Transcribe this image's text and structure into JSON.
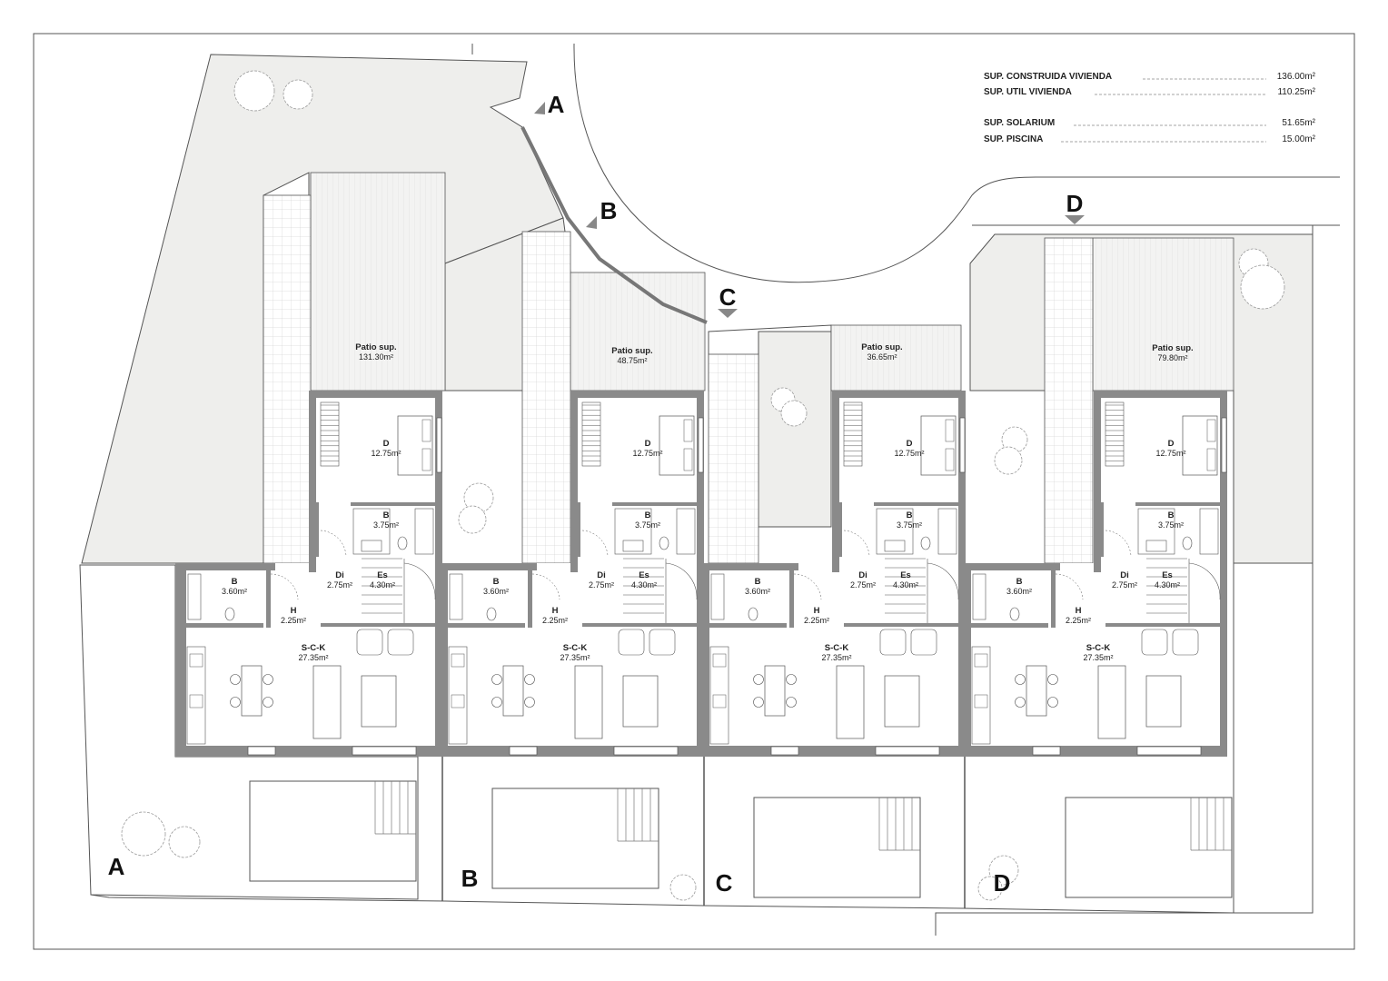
{
  "summary": [
    {
      "label": "SUP. CONSTRUIDA VIVIENDA",
      "value": "136.00m²"
    },
    {
      "label": "SUP. UTIL VIVIENDA",
      "value": "110.25m²"
    },
    {
      "label": "SUP. SOLARIUM",
      "value": "51.65m²"
    },
    {
      "label": "SUP. PISCINA",
      "value": "15.00m²"
    }
  ],
  "section_marks": [
    "A",
    "B",
    "C",
    "D"
  ],
  "units": [
    {
      "patio_label": "Patio sup.",
      "patio_area": "131.30m²",
      "letter": "A"
    },
    {
      "patio_label": "Patio sup.",
      "patio_area": "48.75m²",
      "letter": "B"
    },
    {
      "patio_label": "Patio sup.",
      "patio_area": "36.65m²",
      "letter": "C"
    },
    {
      "patio_label": "Patio sup.",
      "patio_area": "79.80m²",
      "letter": "D"
    }
  ],
  "rooms": {
    "bedroom": {
      "label": "D",
      "area": "12.75m²"
    },
    "bath_upper": {
      "label": "B",
      "area": "3.75m²"
    },
    "bath_lower": {
      "label": "B",
      "area": "3.60m²"
    },
    "distributor": {
      "label": "Di",
      "area": "2.75m²"
    },
    "stairs": {
      "label": "Es",
      "area": "4.30m²"
    },
    "hall": {
      "label": "H",
      "area": "2.25m²"
    },
    "living": {
      "label": "S-C-K",
      "area": "27.35m²"
    }
  },
  "colors": {
    "wall": "#8a8a8a",
    "garden": "#eeeeec",
    "line": "#555555",
    "paving": "#cccccc"
  }
}
